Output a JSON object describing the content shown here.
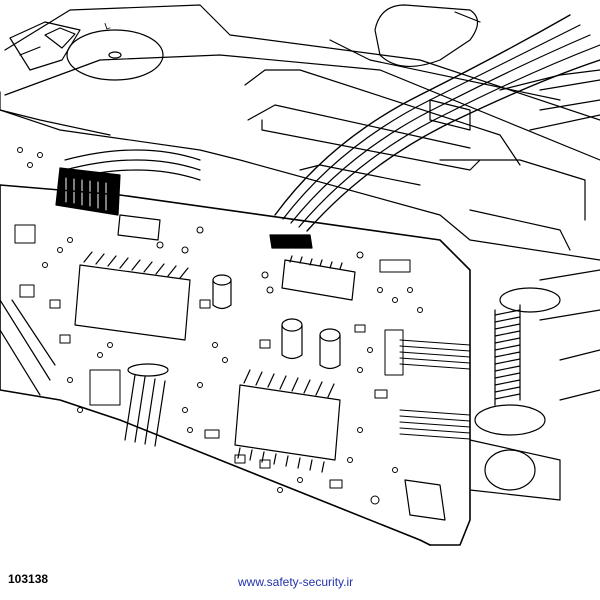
{
  "figure_number": "103138",
  "site_url": "www.safety-security.ir",
  "disc_mark": "L",
  "colors": {
    "line": "#000000",
    "url": "#2233aa",
    "background": "#ffffff"
  }
}
